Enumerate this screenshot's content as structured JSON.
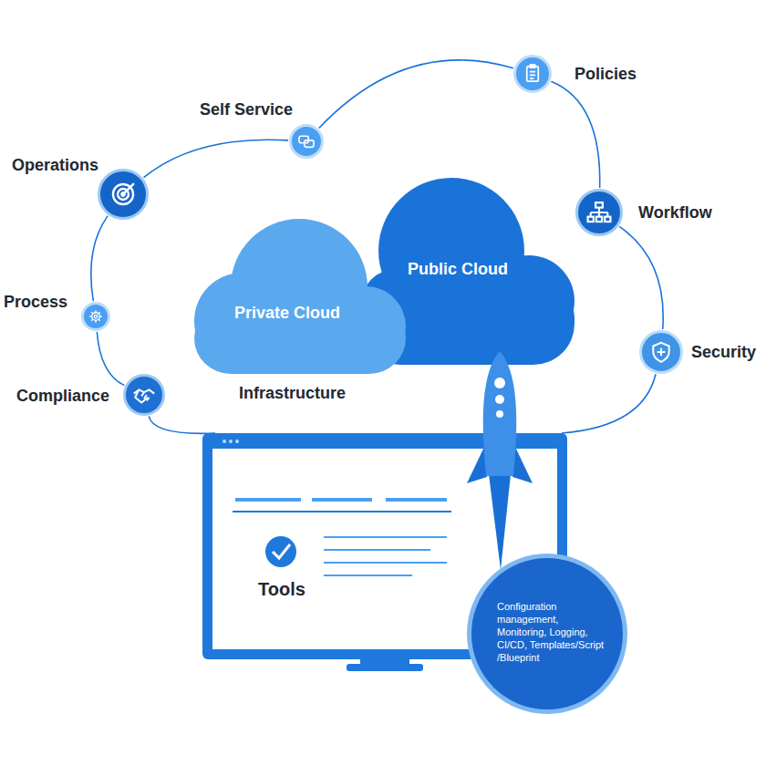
{
  "diagram": {
    "nodes": [
      {
        "text": [
          "Policies"
        ]
      },
      {
        "text": [
          "Self Service"
        ]
      },
      {
        "text": [
          "Operations"
        ]
      },
      {
        "text": [
          "Workflow"
        ]
      },
      {
        "text": [
          "Process"
        ]
      },
      {
        "text": [
          "Security"
        ]
      },
      {
        "text": [
          "Compliance"
        ]
      },
      {
        "text": [
          "Private Cloud"
        ]
      },
      {
        "text": [
          "Public Cloud"
        ]
      },
      {
        "text": [
          "Tools"
        ]
      },
      {
        "text": [
          "Configuration management, Monitoring, Logging, CI/CD, Templates/Script /Blueprint"
        ]
      }
    ],
    "edges": [
      {
        "from": 6,
        "to": 4,
        "arrow": "none"
      },
      {
        "from": 4,
        "to": 2,
        "arrow": "none"
      },
      {
        "from": 2,
        "to": 1,
        "arrow": "none"
      },
      {
        "from": 1,
        "to": 0,
        "arrow": "none"
      },
      {
        "from": 0,
        "to": 3,
        "arrow": "none"
      },
      {
        "from": 3,
        "to": 5,
        "arrow": "none"
      },
      {
        "from": 5,
        "to": 9,
        "arrow": "none"
      },
      {
        "from": 6,
        "to": 9,
        "arrow": "none"
      }
    ],
    "labels": [
      "Infrastructure"
    ]
  }
}
